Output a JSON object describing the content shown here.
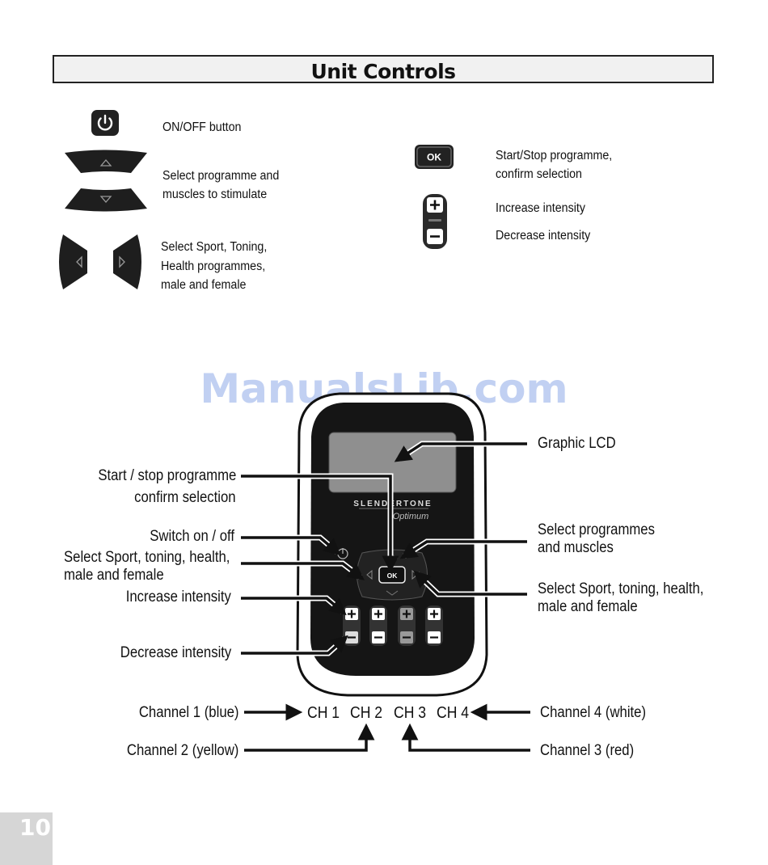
{
  "header": {
    "title": "Unit Controls"
  },
  "legend": {
    "power": "ON/OFF button",
    "up_down": [
      "Select programme and",
      "muscles to stimulate"
    ],
    "left_right": [
      "Select Sport, Toning,",
      "Health programmes,",
      "male and female"
    ],
    "ok": [
      "Start/Stop programme,",
      "confirm selection"
    ],
    "increase": "Increase intensity",
    "decrease": "Decrease intensity"
  },
  "icons": {
    "ok_text": "OK"
  },
  "watermark": "ManualsLib.com",
  "device": {
    "brand": "SLENDERTONE",
    "model": "Optimum",
    "ok_text": "OK"
  },
  "callouts": {
    "start_stop": [
      "Start / stop programme",
      "confirm selection"
    ],
    "switch": "Switch on / off",
    "select_sport_left": [
      "Select Sport, toning, health,",
      "male and female"
    ],
    "increase": "Increase intensity",
    "decrease": "Decrease intensity",
    "graphic_lcd": "Graphic LCD",
    "select_programmes": [
      "Select programmes",
      "and muscles"
    ],
    "select_sport_right": [
      "Select Sport, toning, health,",
      "male and female"
    ],
    "channel1": "Channel 1 (blue)",
    "channel2": "Channel 2 (yellow)",
    "channel3": "Channel 3 (red)",
    "channel4": "Channel 4 (white)"
  },
  "channels": [
    "CH 1",
    "CH 2",
    "CH 3",
    "CH 4"
  ],
  "page_number": "10"
}
